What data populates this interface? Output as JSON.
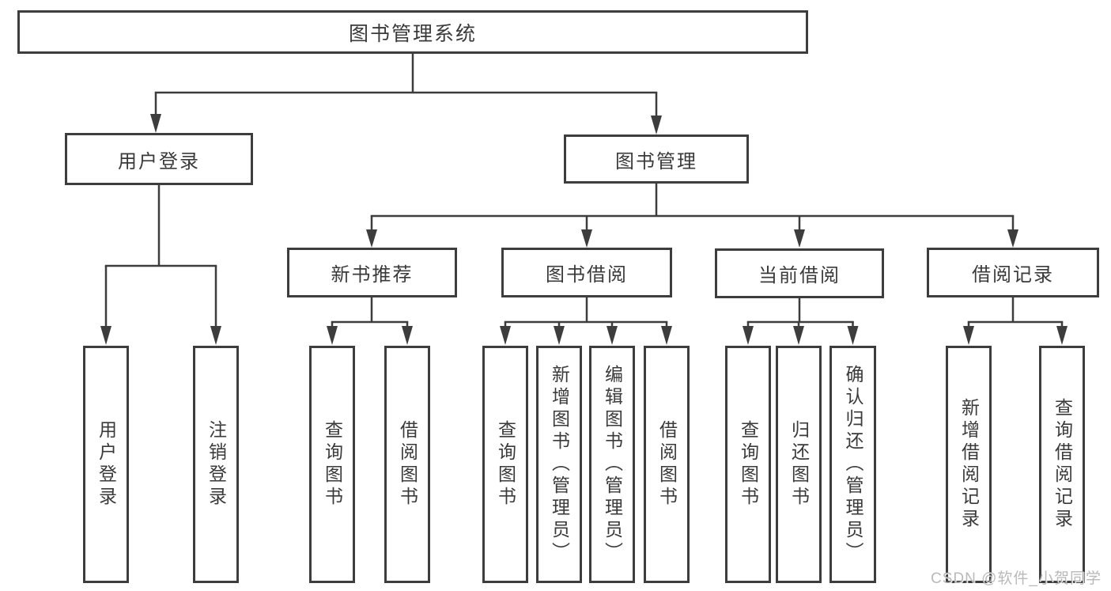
{
  "colors": {
    "background": "#ffffff",
    "line": "#3d3d3d",
    "box_border": "#3d3d3d",
    "box_fill": "#ffffff",
    "text": "#3a3a3a",
    "watermark": "#adadad"
  },
  "watermark": {
    "text": "CSDN @软件_小贺同学"
  },
  "tree": {
    "label": "图书管理系统",
    "children": [
      {
        "label": "用户登录",
        "children": [
          {
            "label": "用户登录"
          },
          {
            "label": "注销登录"
          }
        ]
      },
      {
        "label": "图书管理",
        "children": [
          {
            "label": "新书推荐",
            "children": [
              {
                "label": "查询图书"
              },
              {
                "label": "借阅图书"
              }
            ]
          },
          {
            "label": "图书借阅",
            "children": [
              {
                "label": "查询图书"
              },
              {
                "label": "新增图书（管理员）"
              },
              {
                "label": "编辑图书（管理员）"
              },
              {
                "label": "借阅图书"
              }
            ]
          },
          {
            "label": "当前借阅",
            "children": [
              {
                "label": "查询图书"
              },
              {
                "label": "归还图书"
              },
              {
                "label": "确认归还（管理员）"
              }
            ]
          },
          {
            "label": "借阅记录",
            "children": [
              {
                "label": "新增借阅记录"
              },
              {
                "label": "查询借阅记录"
              }
            ]
          }
        ]
      }
    ]
  }
}
